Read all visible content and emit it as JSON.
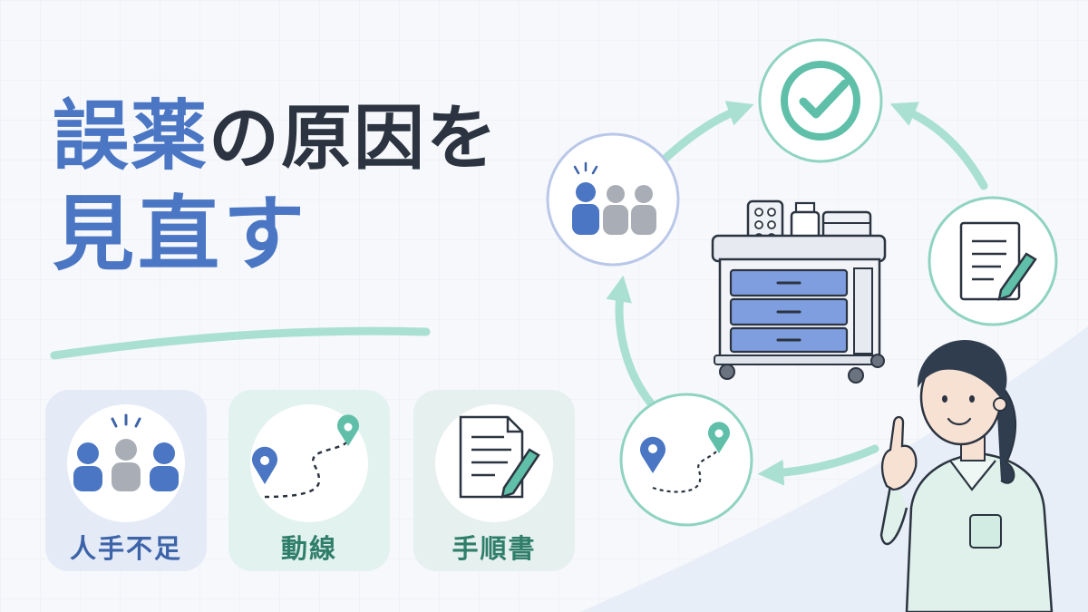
{
  "title": {
    "part1": "誤薬",
    "part2": "の原因を",
    "line2": "見直す"
  },
  "cards": [
    {
      "label": "人手不足",
      "icon": "people-icon"
    },
    {
      "label": "動線",
      "icon": "route-icon"
    },
    {
      "label": "手順書",
      "icon": "document-pencil-icon"
    }
  ],
  "cycle_icons": [
    "checkmark-icon",
    "document-pencil-icon",
    "route-icon",
    "people-icon"
  ],
  "colors": {
    "blue": "#4a76c3",
    "teal": "#5fbfa8",
    "dark": "#2b3440",
    "arrow": "#a9e0d2"
  }
}
